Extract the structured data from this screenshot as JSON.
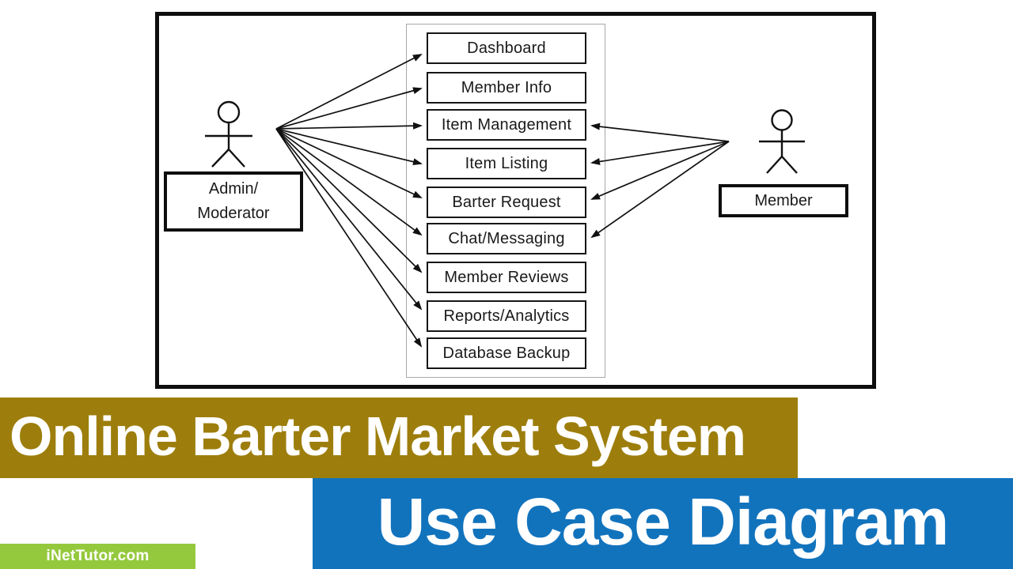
{
  "diagram": {
    "actors": {
      "admin": {
        "label_line1": "Admin/",
        "label_line2": "Moderator"
      },
      "member": {
        "label": "Member"
      }
    },
    "use_cases": [
      "Dashboard",
      "Member Info",
      "Item Management",
      "Item Listing",
      "Barter Request",
      "Chat/Messaging",
      "Member Reviews",
      "Reports/Analytics",
      "Database Backup"
    ],
    "connections": {
      "admin_to": [
        "Dashboard",
        "Member Info",
        "Item Management",
        "Item Listing",
        "Barter Request",
        "Chat/Messaging",
        "Member Reviews",
        "Reports/Analytics",
        "Database Backup"
      ],
      "member_to": [
        "Item Management",
        "Item Listing",
        "Barter Request",
        "Chat/Messaging"
      ]
    }
  },
  "banners": {
    "title": "Online Barter Market System",
    "subtitle": "Use Case Diagram",
    "watermark": "iNetTutor.com",
    "colors": {
      "title_bg": "#9d7e0c",
      "subtitle_bg": "#1273bd",
      "watermark_bg": "#95c93d",
      "banner_text": "#ffffff",
      "diagram_ink": "#111111"
    }
  }
}
